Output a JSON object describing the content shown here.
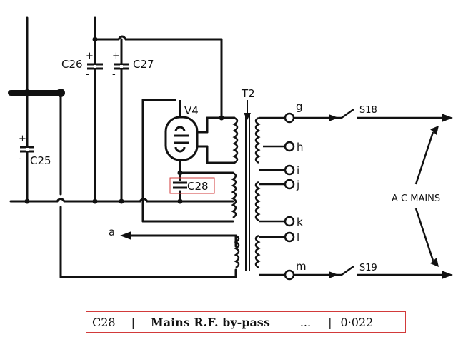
{
  "labels": {
    "c25": "C25",
    "c26": "C26",
    "c27": "C27",
    "c28": "C28",
    "v4": "V4",
    "t2": "T2",
    "s18": "S18",
    "s19": "S19",
    "a": "a",
    "ac_mains": "A C MAINS",
    "plus": "+",
    "minus": "-",
    "terminals": {
      "g": "g",
      "h": "h",
      "i": "i",
      "j": "j",
      "k": "k",
      "l": "l",
      "m": "m"
    }
  },
  "caption": {
    "ref": "C28",
    "sep": "|",
    "description": "Mains R.F. by-pass",
    "dots": "...",
    "value": "0·022"
  },
  "colors": {
    "ink": "#111111",
    "highlight": "#d23a3a"
  }
}
